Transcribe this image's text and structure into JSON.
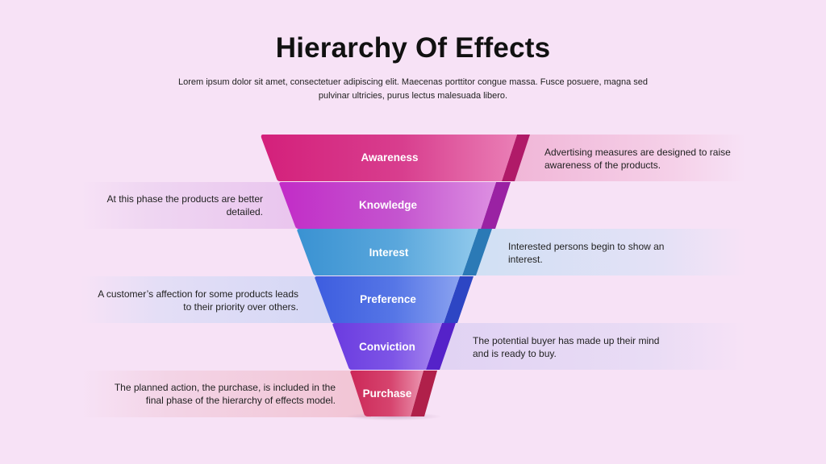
{
  "header": {
    "title": "Hierarchy Of Effects",
    "subtitle": "Lorem ipsum dolor sit amet, consectetuer adipiscing elit. Maecenas porttitor congue massa. Fusce posuere, magna sed pulvinar ultricies, purus lectus malesuada libero."
  },
  "stages": [
    {
      "label": "Awareness",
      "description": "Advertising measures are designed to raise awareness of the products.",
      "color": "#d6227e",
      "side_color": "#b01a68",
      "band_color": "#f0b4d6"
    },
    {
      "label": "Knowledge",
      "description": "At this phase the products are better detailed.",
      "color": "#c533c9",
      "side_color": "#9a22a3",
      "band_color": "#e9c4ee"
    },
    {
      "label": "Interest",
      "description": "Interested persons begin to show an interest.",
      "color": "#3b95d4",
      "side_color": "#2b7ab6",
      "band_color": "#cfe0f4"
    },
    {
      "label": "Preference",
      "description": "A customer’s affection for some products leads to their priority over others.",
      "color": "#3f5fe0",
      "side_color": "#2d46c4",
      "band_color": "#d3d7f5"
    },
    {
      "label": "Conviction",
      "description": "The potential buyer has made up their mind and is ready to buy.",
      "color": "#6f3fe0",
      "side_color": "#5522c9",
      "band_color": "#e0d2f3"
    },
    {
      "label": "Purchase",
      "description": "The planned action, the purchase, is included in the final phase of the hierarchy of effects model.",
      "color": "#d02e5c",
      "side_color": "#b0204a",
      "band_color": "#f2c4d4"
    }
  ]
}
